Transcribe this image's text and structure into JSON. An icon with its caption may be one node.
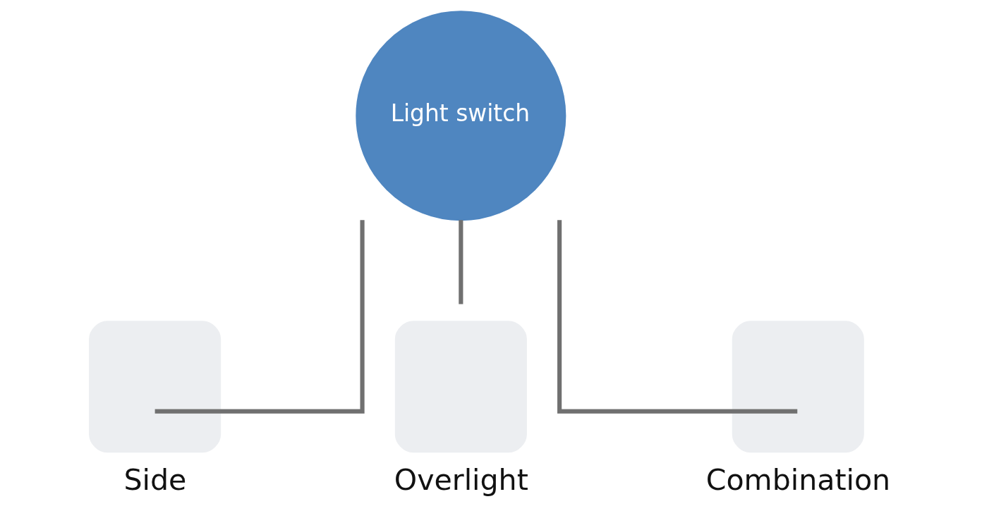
{
  "diagram": {
    "nodes": [
      {
        "text": [
          "Light switch"
        ]
      },
      {
        "text": [
          "Side"
        ]
      },
      {
        "text": [
          "Overlight"
        ]
      },
      {
        "text": [
          "Combination"
        ]
      }
    ],
    "edges": [
      {
        "from": 0,
        "to": 1,
        "arrow": "none"
      },
      {
        "from": 0,
        "to": 2,
        "arrow": "none"
      },
      {
        "from": 0,
        "to": 3,
        "arrow": "none"
      }
    ]
  }
}
